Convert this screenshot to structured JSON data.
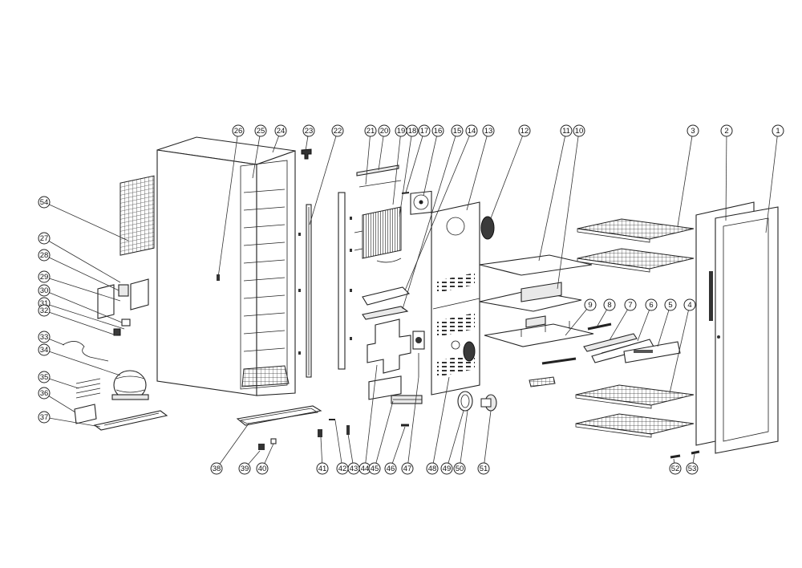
{
  "callout_labels": [
    "1",
    "2",
    "3",
    "4",
    "5",
    "6",
    "7",
    "8",
    "9",
    "10",
    "11",
    "12",
    "13",
    "14",
    "15",
    "16",
    "17",
    "18",
    "19",
    "20",
    "21",
    "22",
    "23",
    "24",
    "25",
    "26",
    "27",
    "28",
    "29",
    "30",
    "31",
    "32",
    "33",
    "34",
    "35",
    "36",
    "37",
    "38",
    "39",
    "40",
    "41",
    "42",
    "43",
    "44",
    "45",
    "46",
    "47",
    "48",
    "49",
    "50",
    "51",
    "52",
    "53",
    "54"
  ]
}
